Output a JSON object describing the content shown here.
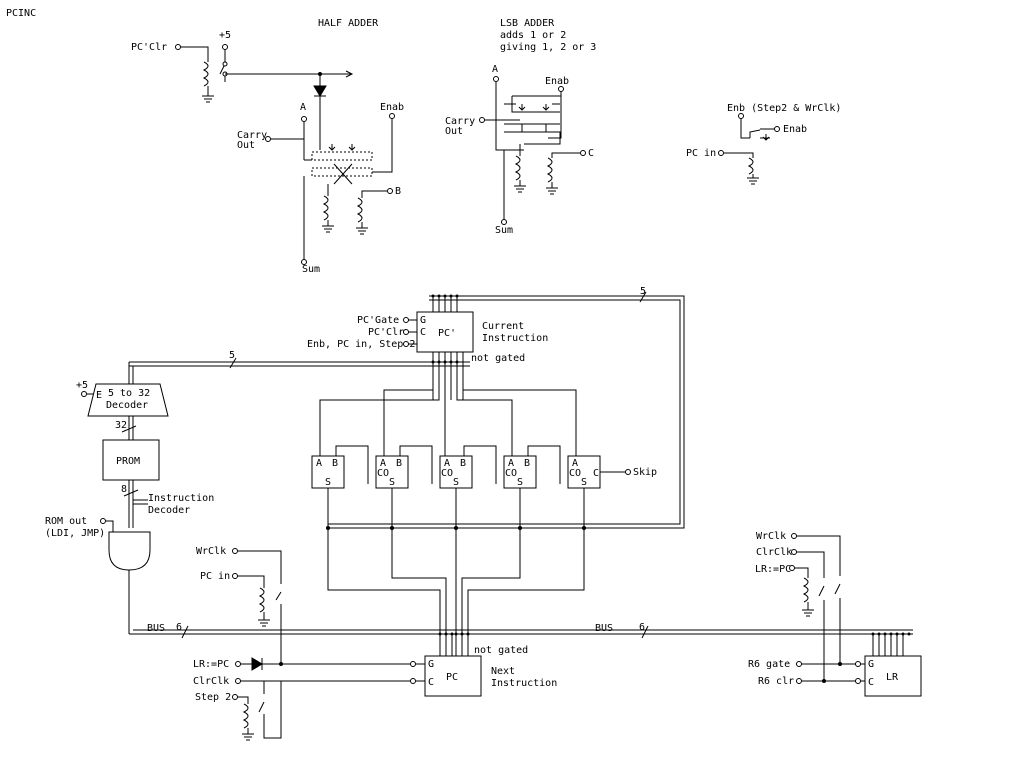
{
  "title": "PCINC",
  "half_adder": {
    "heading": "HALF ADDER",
    "pcclr": "PC'Clr",
    "plus5": "+5",
    "a": "A",
    "enab": "Enab",
    "carry": "Carry",
    "out": "Out",
    "b": "B",
    "sum": "Sum"
  },
  "lsb_adder": {
    "heading": "LSB ADDER",
    "line2": "adds 1 or 2",
    "line3": "giving 1, 2 or 3",
    "a": "A",
    "enab": "Enab",
    "carry": "Carry",
    "out": "Out",
    "c": "C",
    "sum": "Sum"
  },
  "enable_gate": {
    "enb": "Enb (Step2 & WrClk)",
    "enab": "Enab",
    "pcin": "PC in"
  },
  "pcp_register": {
    "label": "PC'",
    "g": "G",
    "c": "C",
    "in_gate": "PC'Gate",
    "in_clr": "PC'Clr",
    "in_enb": "Enb, PC in, Step 2",
    "current1": "Current",
    "current2": "Instruction",
    "not_gated": "not gated",
    "bus_width": "5"
  },
  "decoder": {
    "plus5": "+5",
    "e": "E",
    "line1": "5 to 32",
    "line2": "Decoder",
    "width_in": "5",
    "width_out": "32"
  },
  "prom": {
    "label": "PROM",
    "width": "8",
    "idec1": "Instruction",
    "idec2": "Decoder"
  },
  "rom_out": {
    "line1": "ROM out",
    "line2": "(LDI, JMP)"
  },
  "adders": [
    {
      "a": "A",
      "b": "B",
      "s": "S"
    },
    {
      "a": "A",
      "b": "B",
      "s": "S",
      "co": "CO"
    },
    {
      "a": "A",
      "b": "B",
      "s": "S",
      "co": "CO"
    },
    {
      "a": "A",
      "b": "B",
      "s": "S",
      "co": "CO"
    },
    {
      "a": "A",
      "c": "C",
      "s": "S",
      "co": "CO"
    }
  ],
  "skip": "Skip",
  "bus": {
    "label_left": "BUS",
    "width_left": "6",
    "label_right": "BUS",
    "width_right": "6"
  },
  "left_controls": {
    "wrclk": "WrClk",
    "pcin": "PC in",
    "lrpc": "LR:=PC",
    "clrclk": "ClrClk",
    "step2": "Step 2"
  },
  "pc_register": {
    "label": "PC",
    "g": "G",
    "c": "C",
    "not_gated": "not gated",
    "next1": "Next",
    "next2": "Instruction"
  },
  "right_controls": {
    "wrclk": "WrClk",
    "clrclk": "ClrClk",
    "lrpc": "LR:=PC",
    "r6gate": "R6 gate",
    "r6clr": "R6 clr"
  },
  "lr_register": {
    "label": "LR",
    "g": "G",
    "c": "C"
  }
}
